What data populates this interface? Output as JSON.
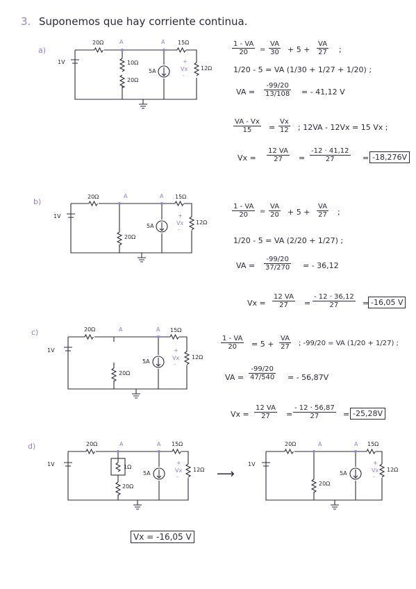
{
  "heading": {
    "number": "3.",
    "text": "Suponemos que hay corriente continua."
  },
  "labels": {
    "r20": "20Ω",
    "r15": "15Ω",
    "r12": "12Ω",
    "r10": "10Ω",
    "r1": "1Ω",
    "src": "1V",
    "cs": "5A",
    "node": "A",
    "vx": "Vx",
    "plus": "+",
    "minus": "-"
  },
  "parts": [
    {
      "label": "a)",
      "eq1": {
        "l_num": "1 - VA",
        "l_den": "20",
        "r1_num": "VA",
        "r1_den": "30",
        "mid": "+ 5 +",
        "r2_num": "VA",
        "r2_den": "27",
        "tail": ";"
      },
      "eq2": "1/20 - 5 = VA (1/30 + 1/27 + 1/20) ;",
      "eq3": {
        "lhs": "VA =",
        "num": "-99/20",
        "den": "13/108",
        "rhs": "= - 41,12 V"
      },
      "eq4": {
        "l_num": "VA - Vx",
        "l_den": "15",
        "mid": "=",
        "r_num": "Vx",
        "r_den": "12",
        "tail": "; 12VA - 12Vx = 15 Vx ;"
      },
      "eq5": {
        "lhs": "Vx =",
        "n1": "12 VA",
        "d1": "27",
        "n2": "-12 · 41,12",
        "d2": "27",
        "result": "-18,276V"
      }
    },
    {
      "label": "b)",
      "eq1": {
        "l_num": "1 - VA",
        "l_den": "20",
        "r1_num": "VA",
        "r1_den": "20",
        "mid": "+ 5 +",
        "r2_num": "VA",
        "r2_den": "27",
        "tail": ";"
      },
      "eq2": "1/20 - 5 = VA (2/20 + 1/27) ;",
      "eq3": {
        "lhs": "VA =",
        "num": "-99/20",
        "den": "37/270",
        "rhs": "= - 36,12"
      },
      "eq5": {
        "lhs": "Vx =",
        "n1": "12 VA",
        "d1": "27",
        "n2": "- 12 · 36,12",
        "d2": "27",
        "result": "-16,05 V"
      }
    },
    {
      "label": "c)",
      "eq1": {
        "l_num": "1 - VA",
        "l_den": "20",
        "mid": "= 5 +",
        "r_num": "VA",
        "r_den": "27",
        "tail": "; -99/20 = VA (1/20 + 1/27) ;"
      },
      "eq3": {
        "lhs": "VA =",
        "num": "-99/20",
        "den": "47/540",
        "rhs": "= - 56,87V"
      },
      "eq5": {
        "lhs": "Vx =",
        "n1": "12 VA",
        "d1": "27",
        "n2": "- 12 · 56,87",
        "d2": "27",
        "result": "-25,28V"
      }
    },
    {
      "label": "d)",
      "arrow": "⟶",
      "result": "Vx = -16,05 V"
    }
  ]
}
